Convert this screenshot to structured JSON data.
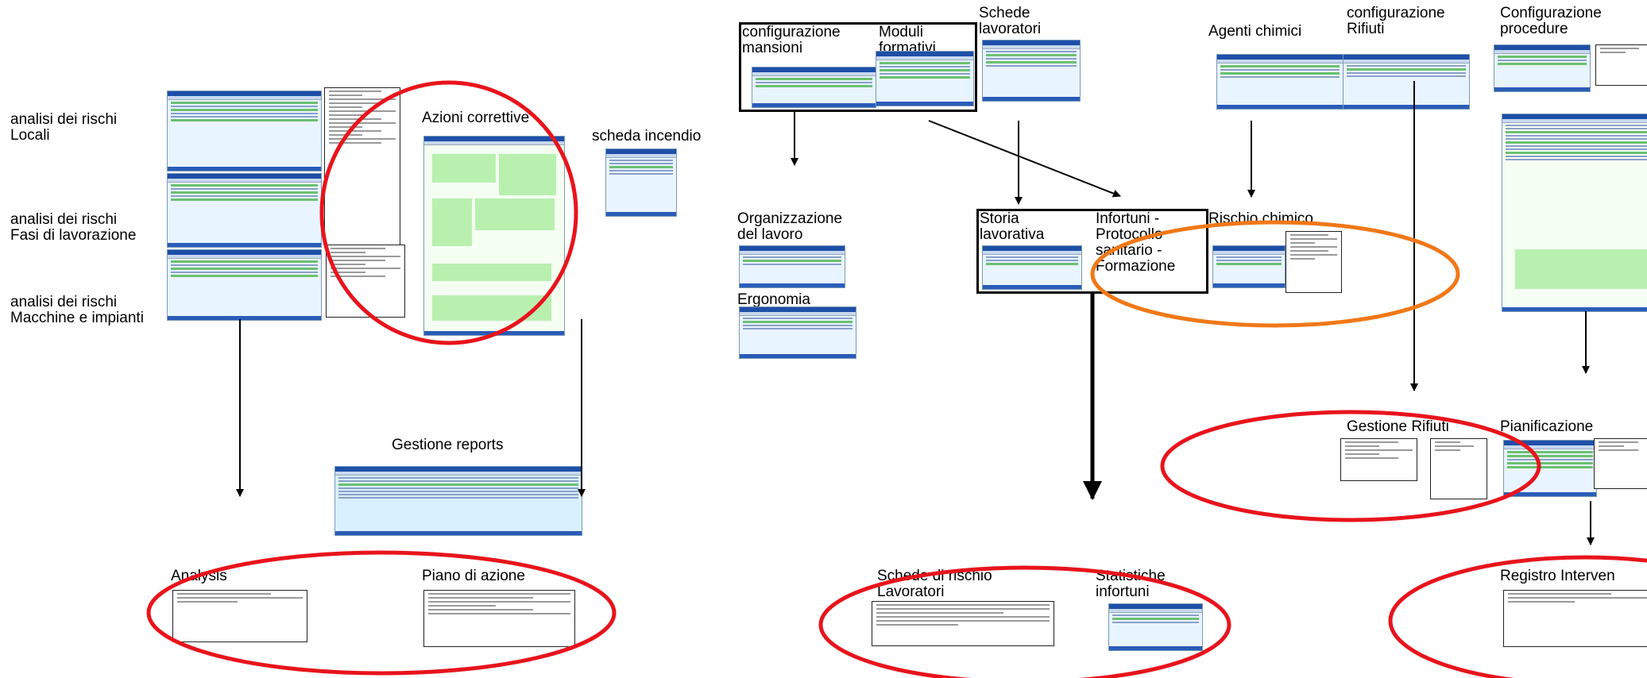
{
  "labels": {
    "rischi_locali": "analisi dei rischi\nLocali",
    "rischi_fasi": "analisi dei rischi\nFasi di lavorazione",
    "rischi_macchine": "analisi dei rischi\nMacchine e impianti",
    "azioni_correttive": "Azioni correttive",
    "scheda_incendio": "scheda incendio",
    "gestione_reports": "Gestione reports",
    "analysis": "Analysis",
    "piano_azione": "Piano di azione",
    "config_mansioni": "configurazione\nmansioni",
    "moduli_formativi": "Moduli\nformativi",
    "schede_lavoratori": "Schede\nlavoratori",
    "organizzazione": "Organizzazione\ndel lavoro",
    "ergonomia": "Ergonomia",
    "storia_lavorativa": "Storia\nlavorativa",
    "infortuni": "Infortuni -\nProtocollo\nsanitario -\nFormazione",
    "agenti_chimici": "Agenti chimici",
    "config_rifiuti": "configurazione\nRifiuti",
    "rischio_chimico": "Rischio chimico",
    "config_procedure": "Configurazione\nprocedure",
    "gestione_rifiuti": "Gestione Rifiuti",
    "pianificazione": "Pianificazione",
    "schede_rischio": "Schede di rischio\nLavoratori",
    "statistiche": "Statistiche\ninfortuni",
    "registro": "Registro Interven"
  },
  "colors": {
    "highlight_red": "#e8141c",
    "highlight_orange": "#f07818",
    "arrow": "#000000"
  }
}
